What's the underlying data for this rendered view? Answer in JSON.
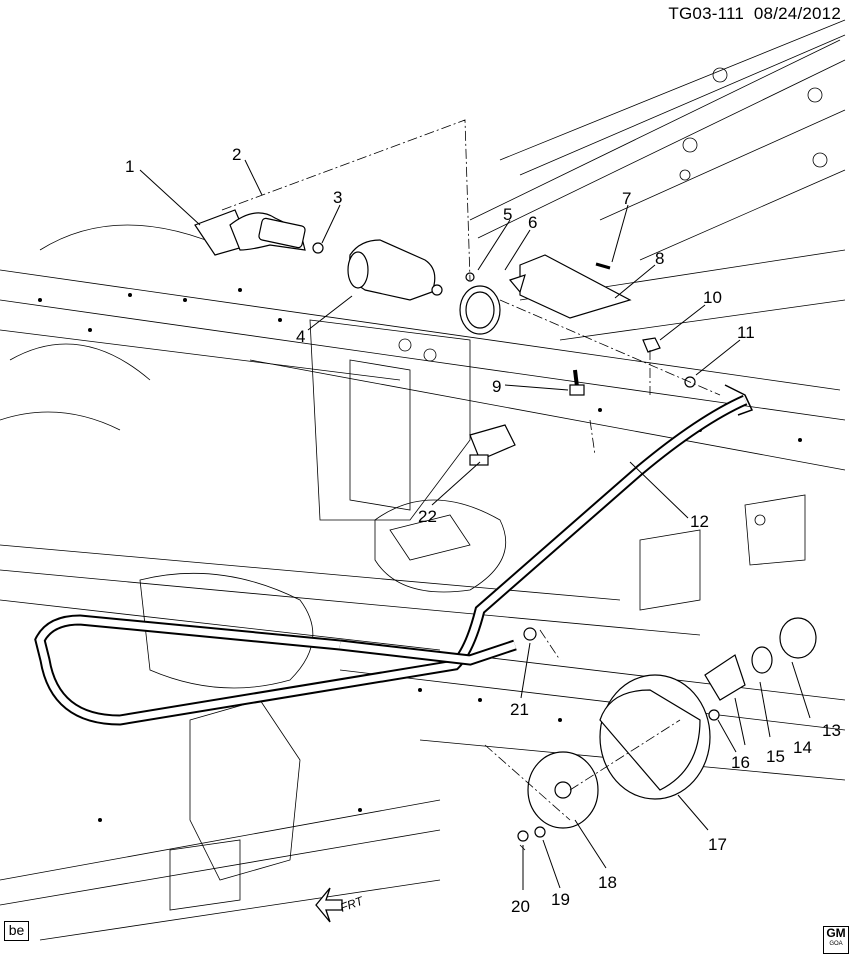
{
  "header": {
    "diagram_id": "TG03-111",
    "date": "08/24/2012"
  },
  "badge": {
    "code": "be"
  },
  "logo": {
    "mark": "GM",
    "sub": "GOA"
  },
  "direction": {
    "label": "FRT"
  },
  "callouts": [
    "1",
    "2",
    "3",
    "4",
    "5",
    "6",
    "7",
    "8",
    "9",
    "10",
    "11",
    "12",
    "13",
    "14",
    "15",
    "16",
    "17",
    "18",
    "19",
    "20",
    "21",
    "22"
  ]
}
